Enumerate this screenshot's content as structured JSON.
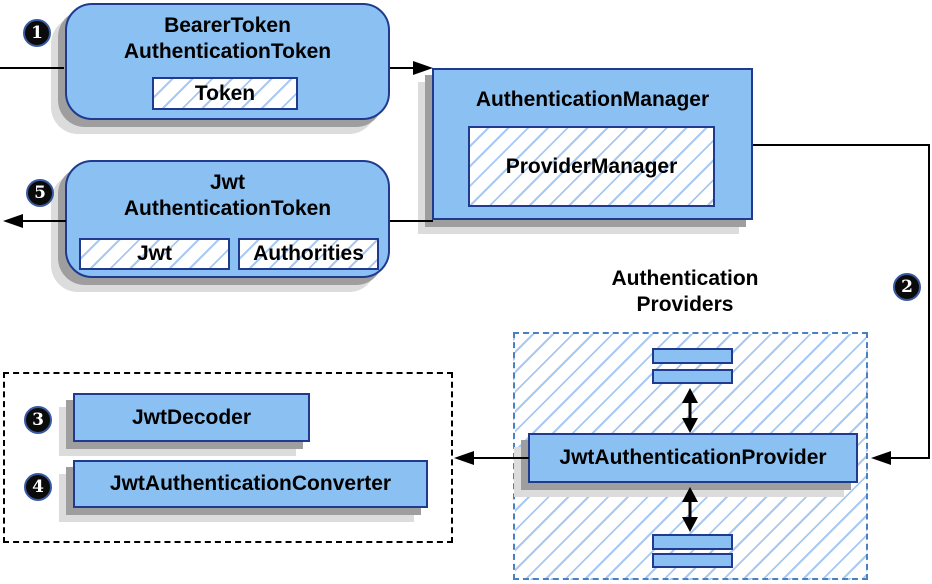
{
  "diagram": {
    "nodes": {
      "bearer_token_authentication_token": {
        "title_line1": "BearerToken",
        "title_line2": "AuthenticationToken",
        "token_field": "Token"
      },
      "authentication_manager": {
        "title": "AuthenticationManager",
        "provider_manager_field": "ProviderManager"
      },
      "jwt_authentication_token": {
        "title_line1": "Jwt",
        "title_line2": "AuthenticationToken",
        "jwt_field": "Jwt",
        "authorities_field": "Authorities"
      },
      "jwt_decoder": {
        "title": "JwtDecoder"
      },
      "jwt_authentication_converter": {
        "title": "JwtAuthenticationConverter"
      },
      "jwt_authentication_provider": {
        "title": "JwtAuthenticationProvider"
      },
      "authentication_providers_group": {
        "title_line1": "Authentication",
        "title_line2": "Providers"
      }
    },
    "step_badges": {
      "step1": "1",
      "step2": "2",
      "step3": "3",
      "step4": "4",
      "step5": "5"
    },
    "colors": {
      "node_fill": "#8ac1f2",
      "node_border": "#1f3a8f",
      "hatch_line": "#a9c9f2",
      "providers_dash": "#4a7fc1",
      "shadow_dark": "#9e9e9e",
      "shadow_light": "#dcdcdc",
      "arrow": "#000000",
      "badge_bg": "#0b0b0b",
      "badge_text": "#ffffff"
    }
  }
}
